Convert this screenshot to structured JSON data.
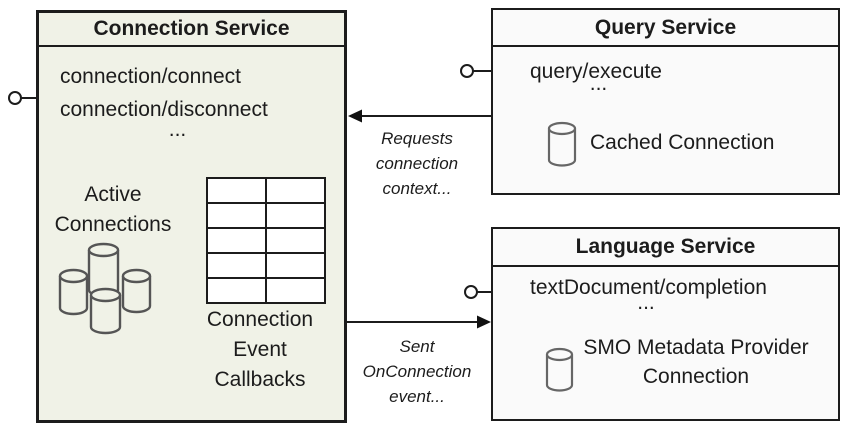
{
  "diagram": {
    "connection_service": {
      "title": "Connection Service",
      "method_1": "connection/connect",
      "method_2": "connection/disconnect",
      "ellipsis": "...",
      "active_connections_label": "Active Connections",
      "callbacks_label": "Connection Event Callbacks"
    },
    "query_service": {
      "title": "Query Service",
      "method_1": "query/execute",
      "ellipsis": "...",
      "cache_label": "Cached Connection"
    },
    "language_service": {
      "title": "Language Service",
      "method_1": "textDocument/completion",
      "ellipsis": "...",
      "smo_label": "SMO Metadata Provider Connection"
    },
    "arrow_requests_label": "Requests connection context...",
    "arrow_sent_label": "Sent OnConnection event...",
    "colors": {
      "connection_box_fill": "#f0f2e7",
      "service_box_fill": "#fafafa",
      "border": "#1c1c1c",
      "cylinder_stroke": "#555555"
    }
  }
}
